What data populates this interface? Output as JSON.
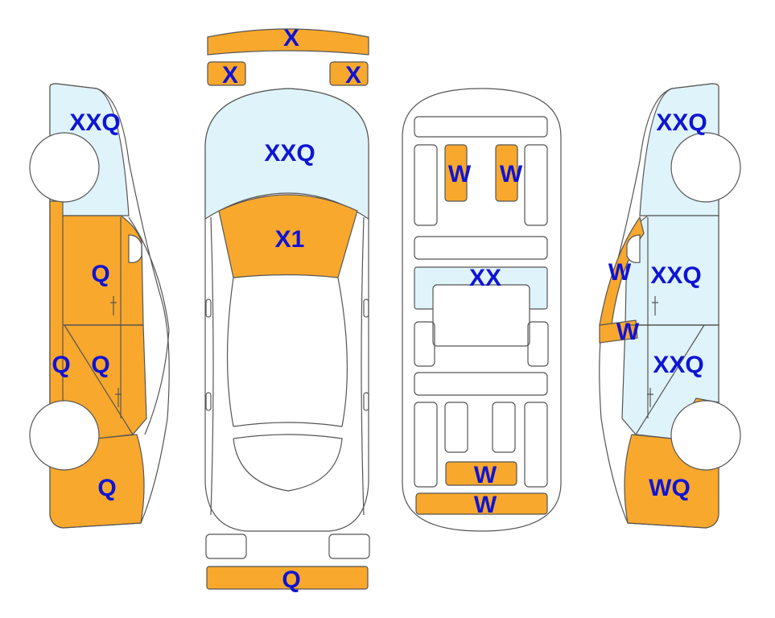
{
  "colors": {
    "damage_fill": "#f8a82d",
    "glass_fill": "#dff3fa",
    "outline": "#555555",
    "label": "#0f14d4",
    "background": "#ffffff"
  },
  "labels": {
    "front_bumper": "X",
    "front_left_light": "X",
    "front_right_light": "X",
    "windshield": "XXQ",
    "hood": "X1",
    "rear_bumper": "Q",
    "left_window": "XXQ",
    "left_front_door": "Q",
    "left_rear_door": "Q",
    "left_rocker": "Q",
    "left_rear_quarter": "Q",
    "interior_front_left_seat": "W",
    "interior_front_right_seat": "W",
    "interior_middle": "XX",
    "interior_cargo_upper": "W",
    "interior_cargo_lower": "W",
    "right_window": "XXQ",
    "right_front_door": "XXQ",
    "right_rear_door": "XXQ",
    "right_pillar": "W",
    "right_sill": "W",
    "right_rear_quarter": "WQ"
  }
}
